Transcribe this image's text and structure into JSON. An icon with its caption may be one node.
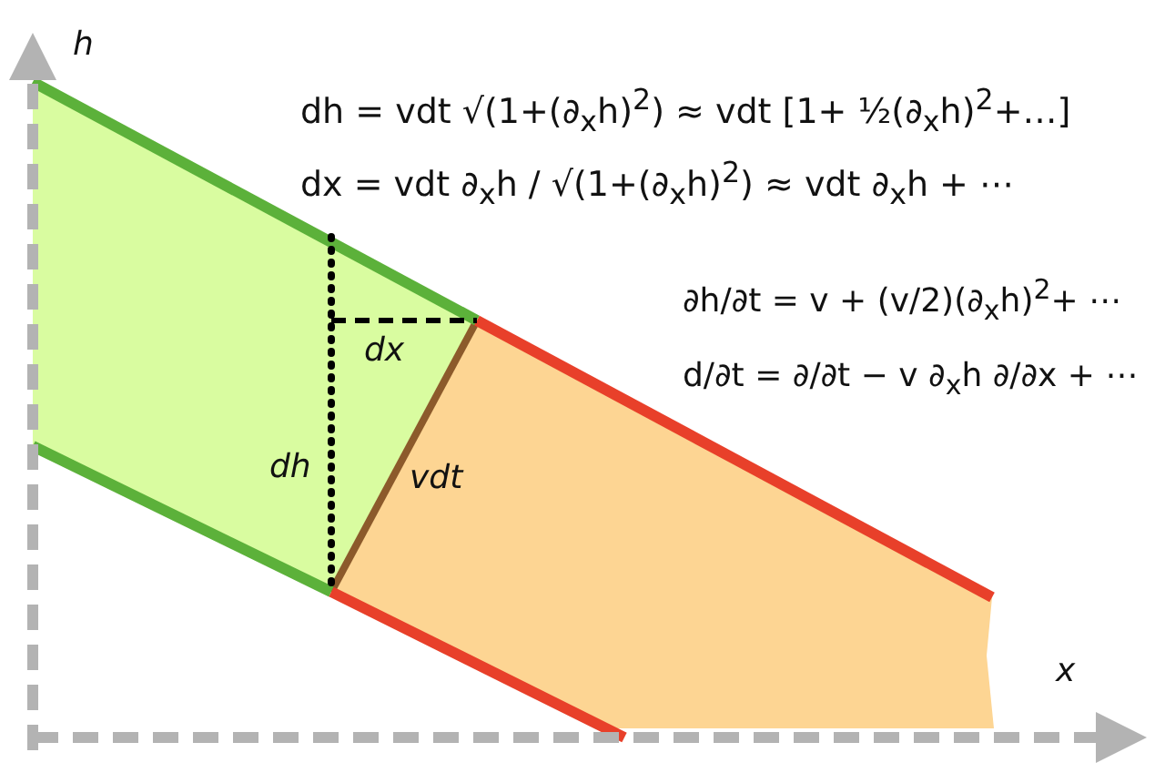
{
  "diagram": {
    "labels": [
      "h",
      "x",
      "dx",
      "dh",
      "vdt",
      "dh = vdt √(1+(∂$_{x}$h)$^{2}$) ≈ vdt [1+ ½(∂$_{x}$h)$^{2}$+…]",
      "dx = vdt ∂$_{x}$h / √(1+(∂$_{x}$h)$^{2}$) ≈ vdt ∂$_{x}$h + ⋯",
      "∂h/∂t = v + (v/2)(∂$_{x}$h)$^{2}$+ ⋯",
      "d/∂t = ∂/∂t − v ∂$_{x}$h ∂/∂x + ⋯"
    ]
  }
}
